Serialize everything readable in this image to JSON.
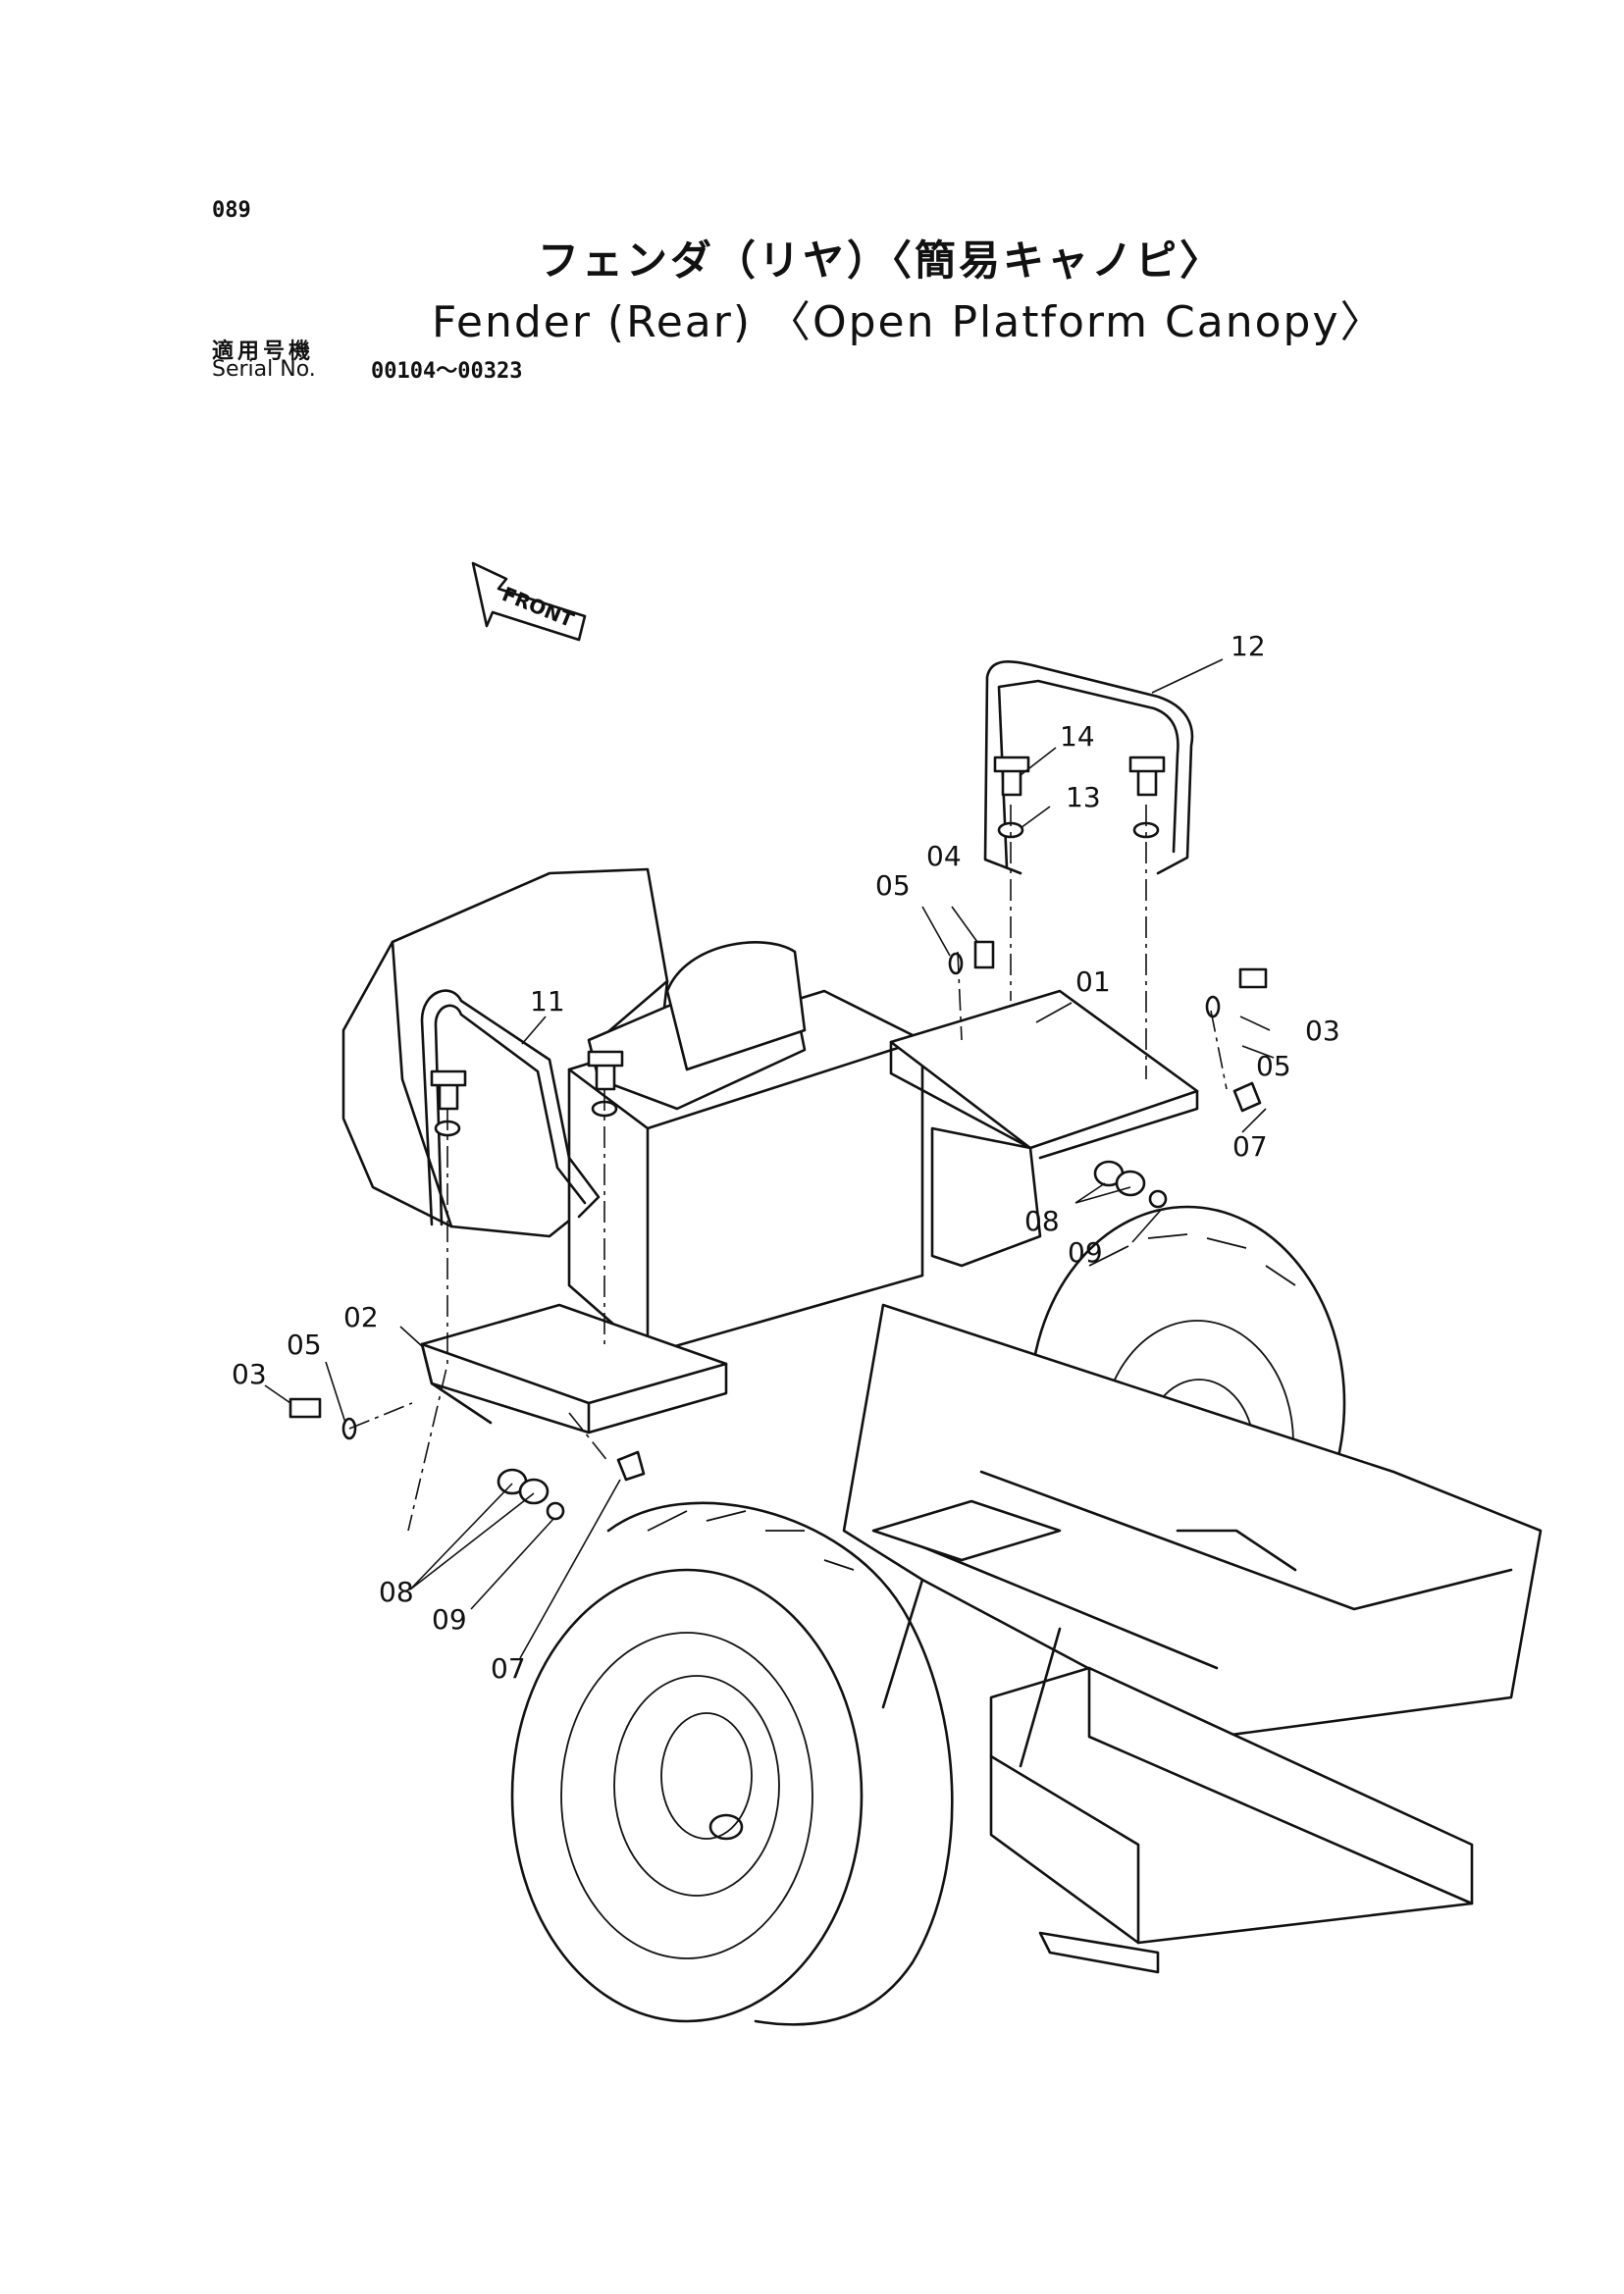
{
  "header": {
    "page_number": "089",
    "title_jp": "フェンダ（リヤ）〈簡易キャノピ〉",
    "title_en": "Fender (Rear) 〈Open Platform Canopy〉",
    "serial_label_jp": "適用号機",
    "serial_label_en": "Serial No.",
    "serial_range": "00104～00323"
  },
  "diagram": {
    "direction_arrow": "FRONT",
    "part_labels": {
      "p12": "12",
      "p14": "14",
      "p13": "13",
      "p04": "04",
      "p05a": "05",
      "p01": "01",
      "p03a": "03",
      "p05b": "05",
      "p11": "11",
      "p07a": "07",
      "p08a": "08",
      "p09a": "09",
      "p02": "02",
      "p05c": "05",
      "p03b": "03",
      "p08b": "08",
      "p09b": "09",
      "p07b": "07"
    }
  }
}
